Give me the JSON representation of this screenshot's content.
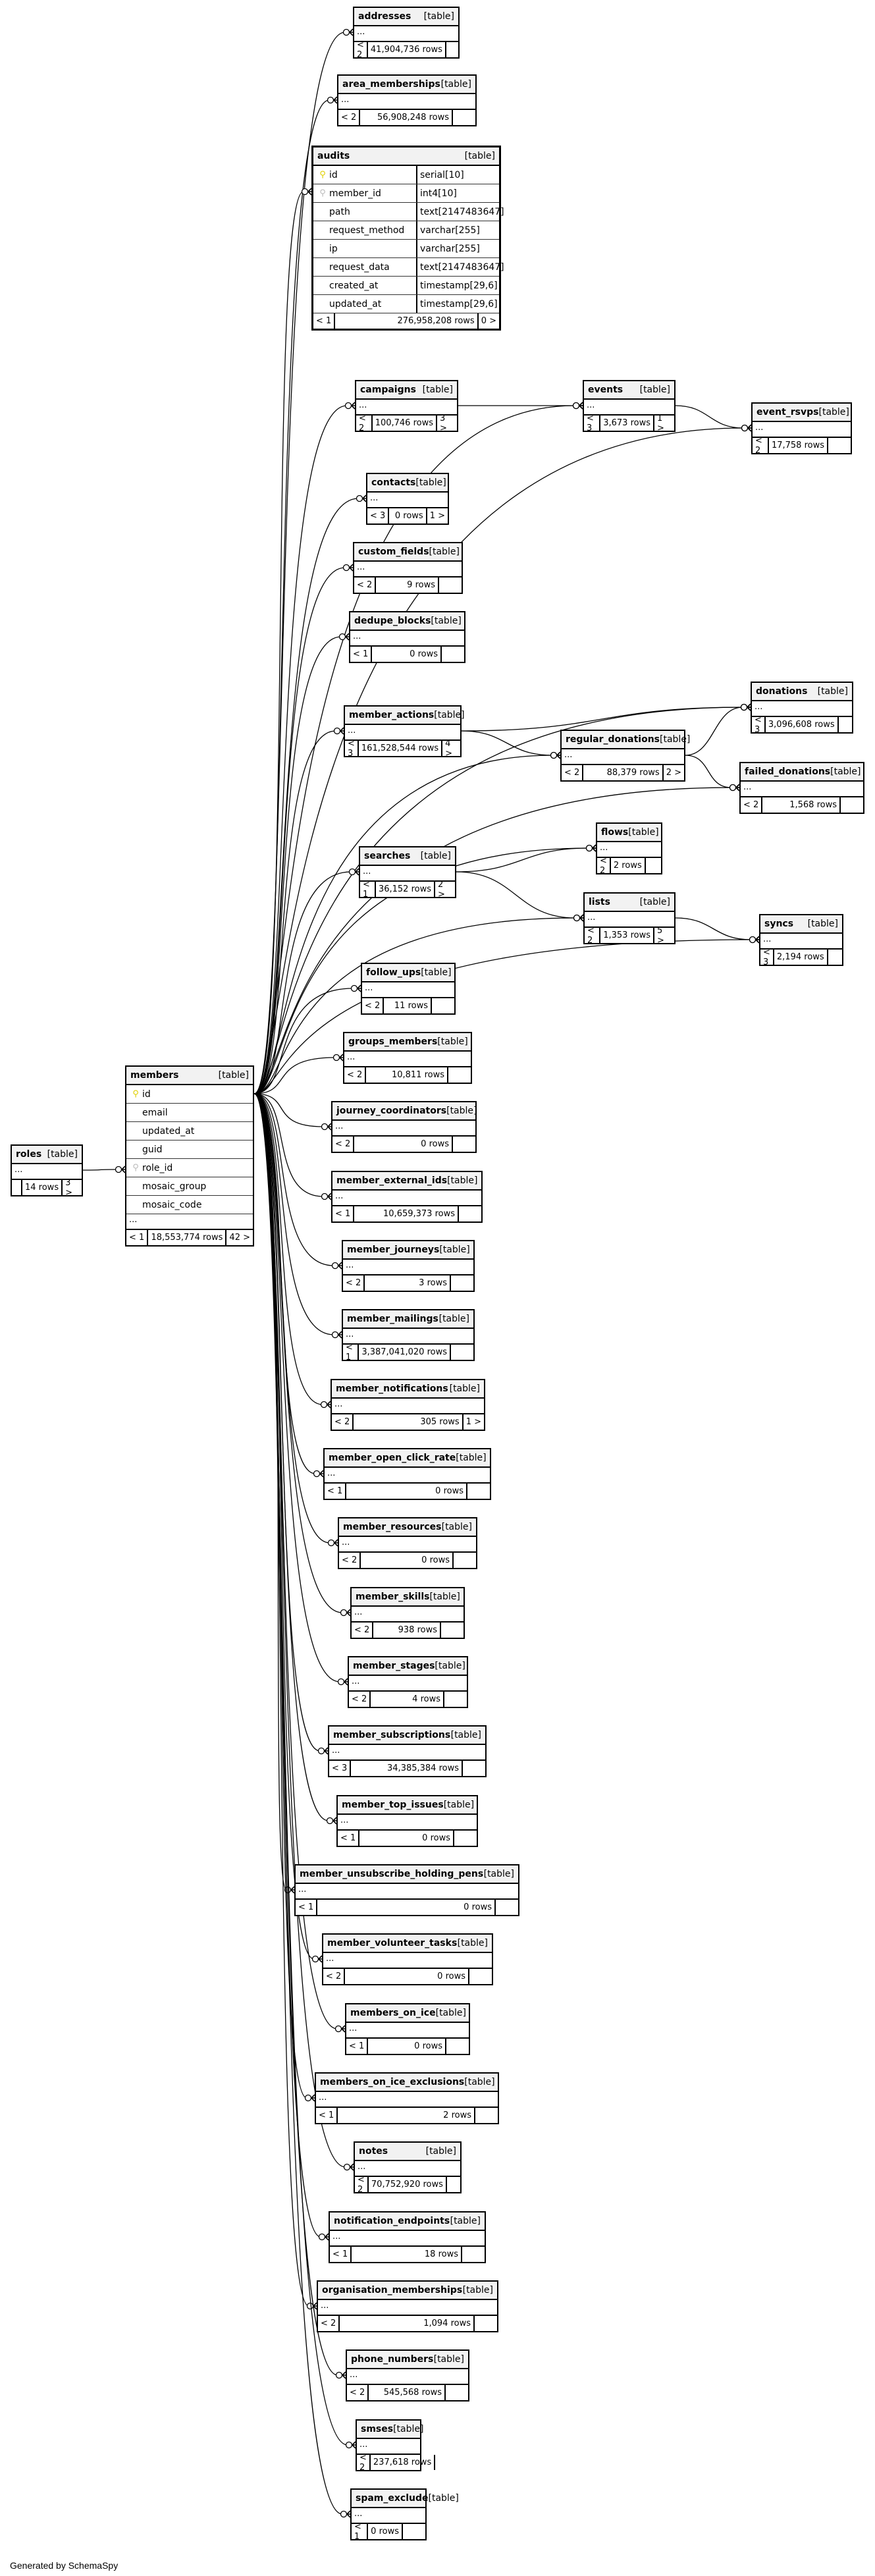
{
  "table_type_label": "[table]",
  "ellipsis": "...",
  "footer": "Generated by SchemaSpy",
  "tables": [
    {
      "name": "addresses",
      "parents": "< 2",
      "rows": "41,904,736 rows",
      "children": ""
    },
    {
      "name": "area_memberships",
      "parents": "< 2",
      "rows": "56,908,248 rows",
      "children": ""
    },
    {
      "name": "audits",
      "parents": "< 1",
      "rows": "276,958,208 rows",
      "children": "0 >",
      "columns": [
        {
          "name": "id",
          "type": "serial[10]",
          "key": "pk"
        },
        {
          "name": "member_id",
          "type": "int4[10]",
          "key": "fk"
        },
        {
          "name": "path",
          "type": "text[2147483647]",
          "key": ""
        },
        {
          "name": "request_method",
          "type": "varchar[255]",
          "key": ""
        },
        {
          "name": "ip",
          "type": "varchar[255]",
          "key": ""
        },
        {
          "name": "request_data",
          "type": "text[2147483647]",
          "key": ""
        },
        {
          "name": "created_at",
          "type": "timestamp[29,6]",
          "key": ""
        },
        {
          "name": "updated_at",
          "type": "timestamp[29,6]",
          "key": ""
        }
      ]
    },
    {
      "name": "campaigns",
      "parents": "< 2",
      "rows": "100,746 rows",
      "children": "3 >"
    },
    {
      "name": "events",
      "parents": "< 3",
      "rows": "3,673 rows",
      "children": "1 >"
    },
    {
      "name": "event_rsvps",
      "parents": "< 2",
      "rows": "17,758 rows",
      "children": ""
    },
    {
      "name": "contacts",
      "parents": "< 3",
      "rows": "0 rows",
      "children": "1 >"
    },
    {
      "name": "custom_fields",
      "parents": "< 2",
      "rows": "9 rows",
      "children": ""
    },
    {
      "name": "dedupe_blocks",
      "parents": "< 1",
      "rows": "0 rows",
      "children": ""
    },
    {
      "name": "member_actions",
      "parents": "< 3",
      "rows": "161,528,544 rows",
      "children": "4 >"
    },
    {
      "name": "regular_donations",
      "parents": "< 2",
      "rows": "88,379 rows",
      "children": "2 >"
    },
    {
      "name": "donations",
      "parents": "< 3",
      "rows": "3,096,608 rows",
      "children": ""
    },
    {
      "name": "failed_donations",
      "parents": "< 2",
      "rows": "1,568 rows",
      "children": ""
    },
    {
      "name": "searches",
      "parents": "< 1",
      "rows": "36,152 rows",
      "children": "2 >"
    },
    {
      "name": "flows",
      "parents": "< 2",
      "rows": "2 rows",
      "children": ""
    },
    {
      "name": "lists",
      "parents": "< 2",
      "rows": "1,353 rows",
      "children": "5 >"
    },
    {
      "name": "syncs",
      "parents": "< 3",
      "rows": "2,194 rows",
      "children": ""
    },
    {
      "name": "follow_ups",
      "parents": "< 2",
      "rows": "11 rows",
      "children": ""
    },
    {
      "name": "groups_members",
      "parents": "< 2",
      "rows": "10,811 rows",
      "children": ""
    },
    {
      "name": "journey_coordinators",
      "parents": "< 2",
      "rows": "0 rows",
      "children": ""
    },
    {
      "name": "roles",
      "parents": "",
      "rows": "14 rows",
      "children": "3 >"
    },
    {
      "name": "members",
      "parents": "< 1",
      "rows": "18,553,774 rows",
      "children": "42 >",
      "columns": [
        {
          "name": "id",
          "type": "",
          "key": "pk"
        },
        {
          "name": "email",
          "type": "",
          "key": ""
        },
        {
          "name": "updated_at",
          "type": "",
          "key": ""
        },
        {
          "name": "guid",
          "type": "",
          "key": ""
        },
        {
          "name": "role_id",
          "type": "",
          "key": "fk"
        },
        {
          "name": "mosaic_group",
          "type": "",
          "key": ""
        },
        {
          "name": "mosaic_code",
          "type": "",
          "key": ""
        }
      ]
    },
    {
      "name": "member_external_ids",
      "parents": "< 1",
      "rows": "10,659,373 rows",
      "children": ""
    },
    {
      "name": "member_journeys",
      "parents": "< 2",
      "rows": "3 rows",
      "children": ""
    },
    {
      "name": "member_mailings",
      "parents": "< 1",
      "rows": "3,387,041,020 rows",
      "children": ""
    },
    {
      "name": "member_notifications",
      "parents": "< 2",
      "rows": "305 rows",
      "children": "1 >"
    },
    {
      "name": "member_open_click_rate",
      "parents": "< 1",
      "rows": "0 rows",
      "children": ""
    },
    {
      "name": "member_resources",
      "parents": "< 2",
      "rows": "0 rows",
      "children": ""
    },
    {
      "name": "member_skills",
      "parents": "< 2",
      "rows": "938 rows",
      "children": ""
    },
    {
      "name": "member_stages",
      "parents": "< 2",
      "rows": "4 rows",
      "children": ""
    },
    {
      "name": "member_subscriptions",
      "parents": "< 3",
      "rows": "34,385,384 rows",
      "children": ""
    },
    {
      "name": "member_top_issues",
      "parents": "< 1",
      "rows": "0 rows",
      "children": ""
    },
    {
      "name": "member_unsubscribe_holding_pens",
      "parents": "< 1",
      "rows": "0 rows",
      "children": ""
    },
    {
      "name": "member_volunteer_tasks",
      "parents": "< 2",
      "rows": "0 rows",
      "children": ""
    },
    {
      "name": "members_on_ice",
      "parents": "< 1",
      "rows": "0 rows",
      "children": ""
    },
    {
      "name": "members_on_ice_exclusions",
      "parents": "< 1",
      "rows": "2 rows",
      "children": ""
    },
    {
      "name": "notes",
      "parents": "< 2",
      "rows": "70,752,920 rows",
      "children": ""
    },
    {
      "name": "notification_endpoints",
      "parents": "< 1",
      "rows": "18 rows",
      "children": ""
    },
    {
      "name": "organisation_memberships",
      "parents": "< 2",
      "rows": "1,094 rows",
      "children": ""
    },
    {
      "name": "phone_numbers",
      "parents": "< 2",
      "rows": "545,568 rows",
      "children": ""
    },
    {
      "name": "smses",
      "parents": "< 2",
      "rows": "237,618 rows",
      "children": ""
    },
    {
      "name": "spam_exclude",
      "parents": "< 1",
      "rows": "0 rows",
      "children": ""
    }
  ],
  "relationships": [
    [
      "members",
      "addresses"
    ],
    [
      "members",
      "area_memberships"
    ],
    [
      "members",
      "audits"
    ],
    [
      "members",
      "campaigns"
    ],
    [
      "members",
      "events"
    ],
    [
      "members",
      "event_rsvps"
    ],
    [
      "campaigns",
      "events"
    ],
    [
      "events",
      "event_rsvps"
    ],
    [
      "members",
      "contacts"
    ],
    [
      "members",
      "custom_fields"
    ],
    [
      "members",
      "dedupe_blocks"
    ],
    [
      "members",
      "member_actions"
    ],
    [
      "members",
      "regular_donations"
    ],
    [
      "members",
      "donations"
    ],
    [
      "member_actions",
      "donations"
    ],
    [
      "member_actions",
      "regular_donations"
    ],
    [
      "regular_donations",
      "donations"
    ],
    [
      "regular_donations",
      "failed_donations"
    ],
    [
      "members",
      "failed_donations"
    ],
    [
      "members",
      "searches"
    ],
    [
      "members",
      "flows"
    ],
    [
      "searches",
      "flows"
    ],
    [
      "searches",
      "lists"
    ],
    [
      "members",
      "lists"
    ],
    [
      "lists",
      "syncs"
    ],
    [
      "members",
      "syncs"
    ],
    [
      "members",
      "follow_ups"
    ],
    [
      "members",
      "groups_members"
    ],
    [
      "members",
      "journey_coordinators"
    ],
    [
      "roles",
      "members"
    ],
    [
      "members",
      "member_external_ids"
    ],
    [
      "members",
      "member_journeys"
    ],
    [
      "members",
      "member_mailings"
    ],
    [
      "members",
      "member_notifications"
    ],
    [
      "members",
      "member_open_click_rate"
    ],
    [
      "members",
      "member_resources"
    ],
    [
      "members",
      "member_skills"
    ],
    [
      "members",
      "member_stages"
    ],
    [
      "members",
      "member_subscriptions"
    ],
    [
      "members",
      "member_top_issues"
    ],
    [
      "members",
      "member_unsubscribe_holding_pens"
    ],
    [
      "members",
      "member_volunteer_tasks"
    ],
    [
      "members",
      "members_on_ice"
    ],
    [
      "members",
      "members_on_ice_exclusions"
    ],
    [
      "members",
      "notes"
    ],
    [
      "members",
      "notification_endpoints"
    ],
    [
      "members",
      "organisation_memberships"
    ],
    [
      "members",
      "phone_numbers"
    ],
    [
      "members",
      "smses"
    ],
    [
      "members",
      "spam_exclude"
    ]
  ]
}
